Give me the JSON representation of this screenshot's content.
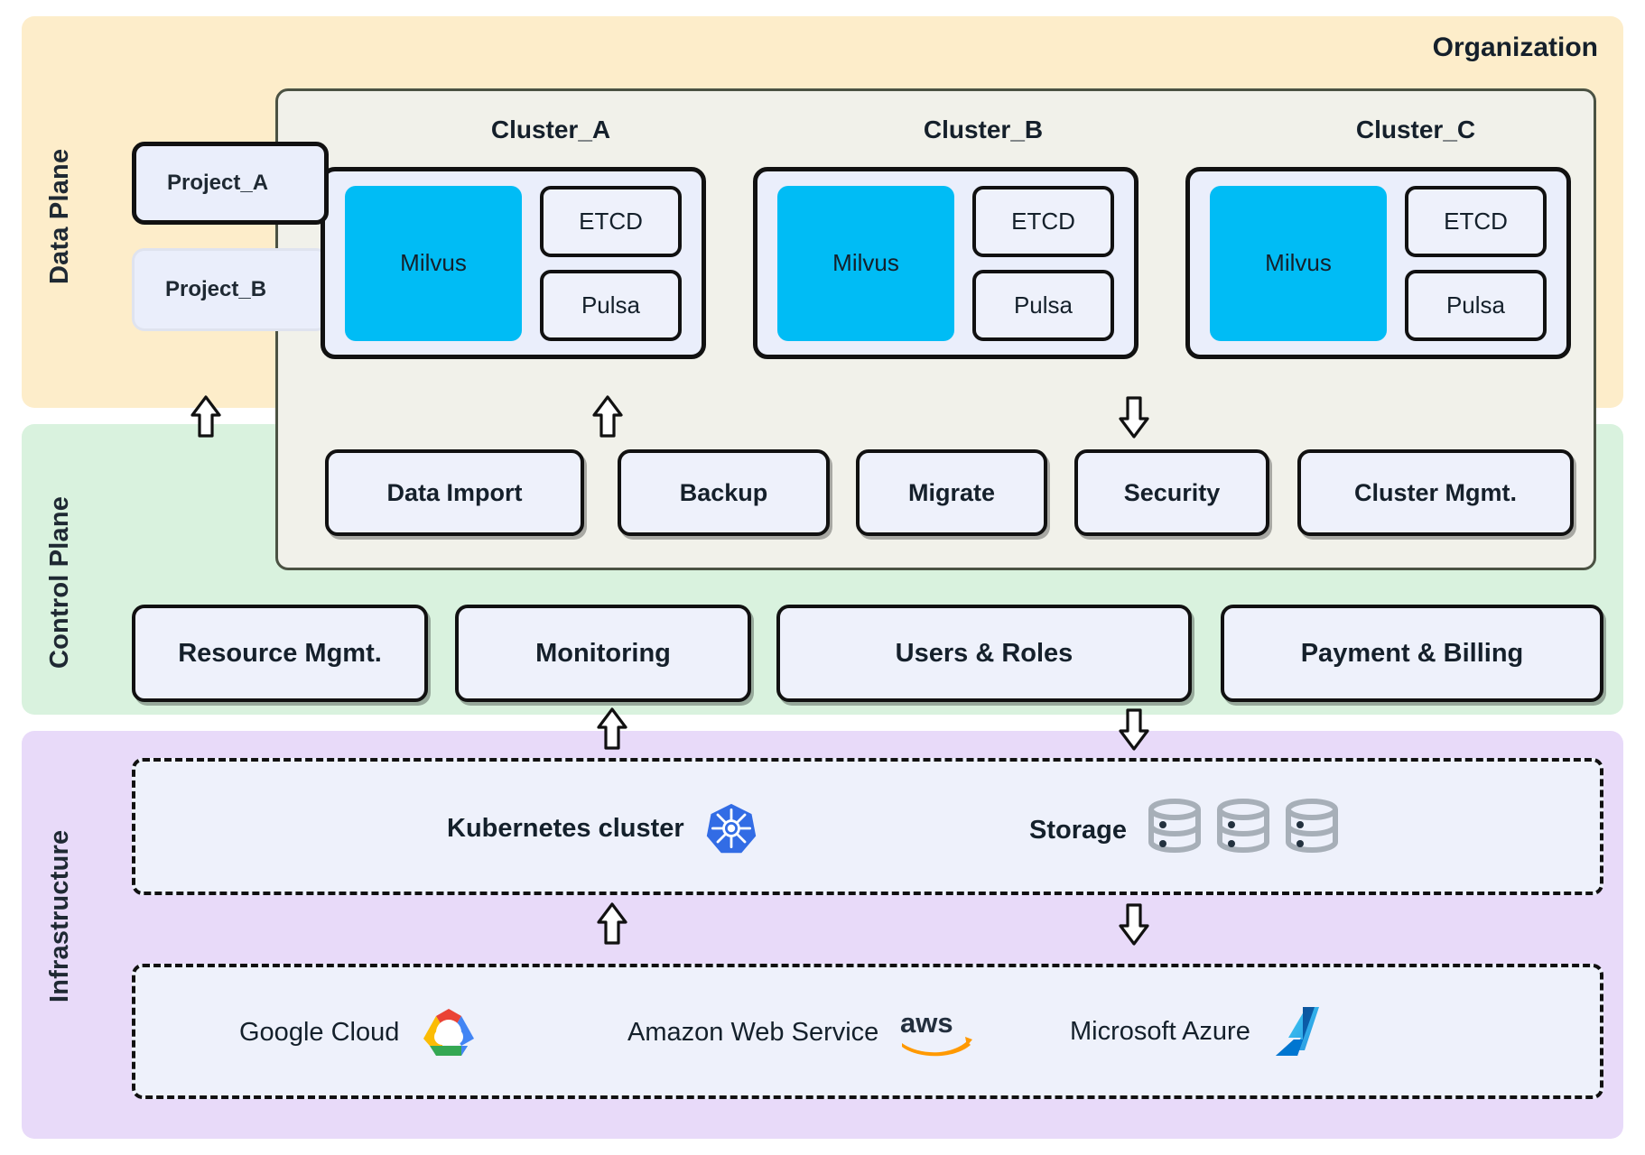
{
  "org": {
    "title": "Organization"
  },
  "bands": [
    {
      "name": "data_plane",
      "label": "Data Plane",
      "color": "#fdedca"
    },
    {
      "name": "control_plane",
      "label": "Control Plane",
      "color": "#d9f2de"
    },
    {
      "name": "infrastructure",
      "label": "Infrastructure",
      "color": "#e8daf9"
    }
  ],
  "projects": [
    {
      "label": "Project_A",
      "active": true
    },
    {
      "label": "Project_B",
      "active": false
    }
  ],
  "clusters": [
    {
      "title": "Cluster_A",
      "engine": "Milvus",
      "components": [
        "ETCD",
        "Pulsa"
      ]
    },
    {
      "title": "Cluster_B",
      "engine": "Milvus",
      "components": [
        "ETCD",
        "Pulsa"
      ]
    },
    {
      "title": "Cluster_C",
      "engine": "Milvus",
      "components": [
        "ETCD",
        "Pulsa"
      ]
    }
  ],
  "control_plane": {
    "row_top": [
      "Data Import",
      "Backup",
      "Migrate",
      "Security",
      "Cluster Mgmt."
    ],
    "row_bottom": [
      "Resource Mgmt.",
      "Monitoring",
      "Users & Roles",
      "Payment & Billing"
    ]
  },
  "infrastructure": {
    "platform_row": [
      {
        "label": "Kubernetes cluster",
        "icon": "kubernetes-icon"
      },
      {
        "label": "Storage",
        "icon": "database-icon"
      }
    ],
    "cloud_row": [
      {
        "label": "Google Cloud",
        "icon": "google-cloud-icon"
      },
      {
        "label": "Amazon Web Service",
        "icon": "aws-icon"
      },
      {
        "label": "Microsoft Azure",
        "icon": "azure-icon"
      }
    ]
  },
  "colors": {
    "data_plane": "#fdedca",
    "control_plane": "#d9f2de",
    "infrastructure": "#e8daf9",
    "org_fill": "#f1f1ea",
    "milvus": "#00bcf5",
    "box_fill": "#eef1fb",
    "stroke": "#111111"
  }
}
